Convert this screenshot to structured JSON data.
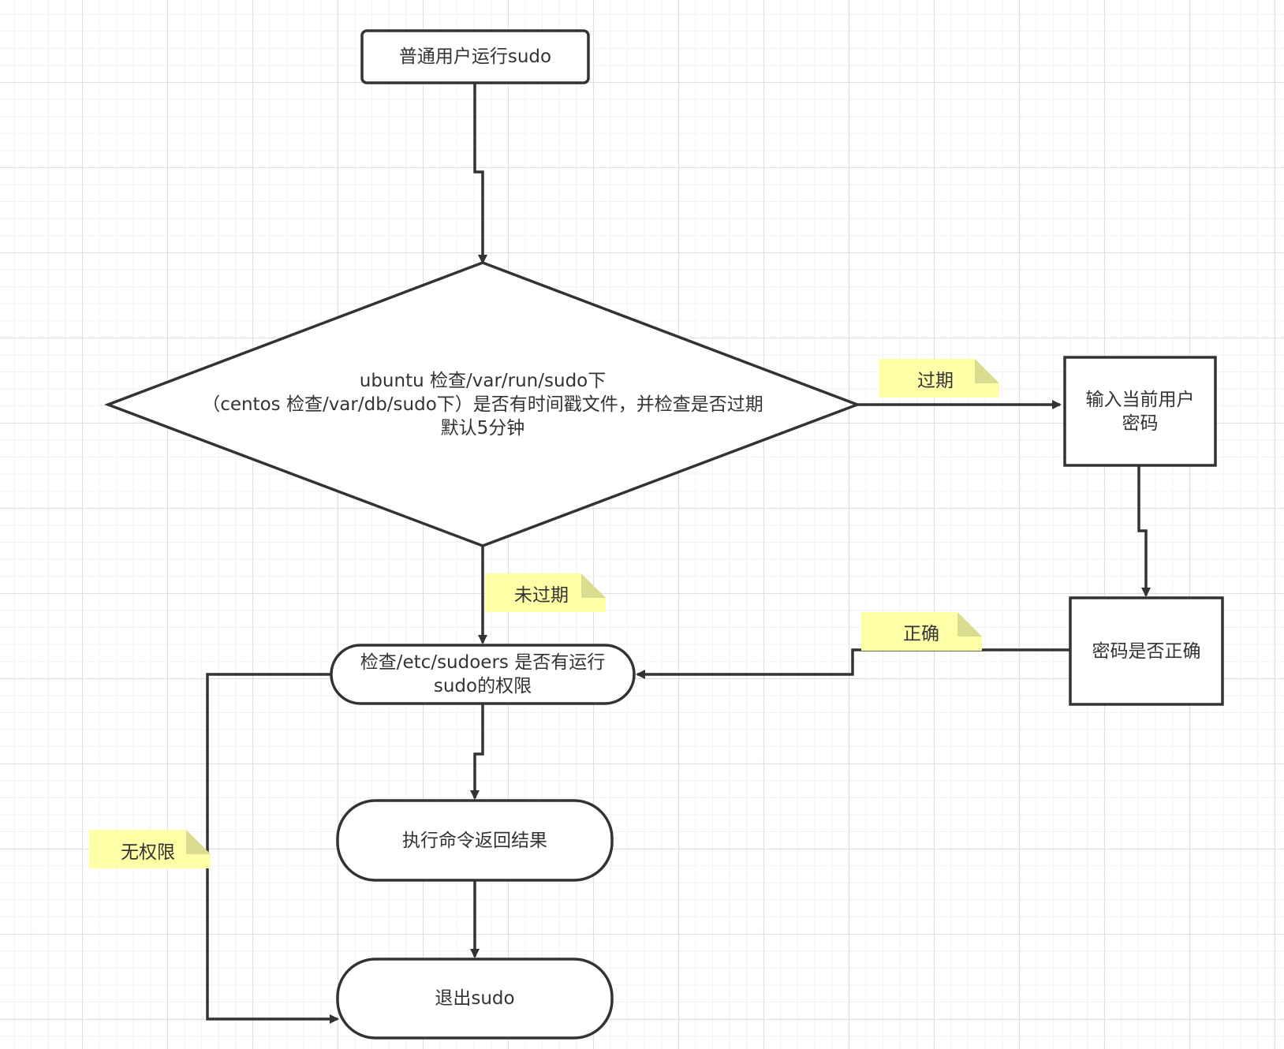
{
  "nodes": {
    "start": "普通用户运行sudo",
    "decision": [
      "ubuntu 检查/var/run/sudo下",
      "（centos 检查/var/db/sudo下）是否有时间戳文件，并检查是否过期",
      "默认5分钟"
    ],
    "input_password": [
      "输入当前用户",
      "密码"
    ],
    "password_check": "密码是否正确",
    "check_sudoers": [
      "检查/etc/sudoers 是否有运行",
      "sudo的权限"
    ],
    "execute": "执行命令返回结果",
    "exit": "退出sudo"
  },
  "notes": {
    "expired": "过期",
    "not_expired": "未过期",
    "correct": "正确",
    "no_permission": "无权限"
  },
  "colors": {
    "stroke": "#333333",
    "note_fill": "#ffffa8",
    "note_fold": "#dcdc90",
    "grid": "#dedede"
  }
}
